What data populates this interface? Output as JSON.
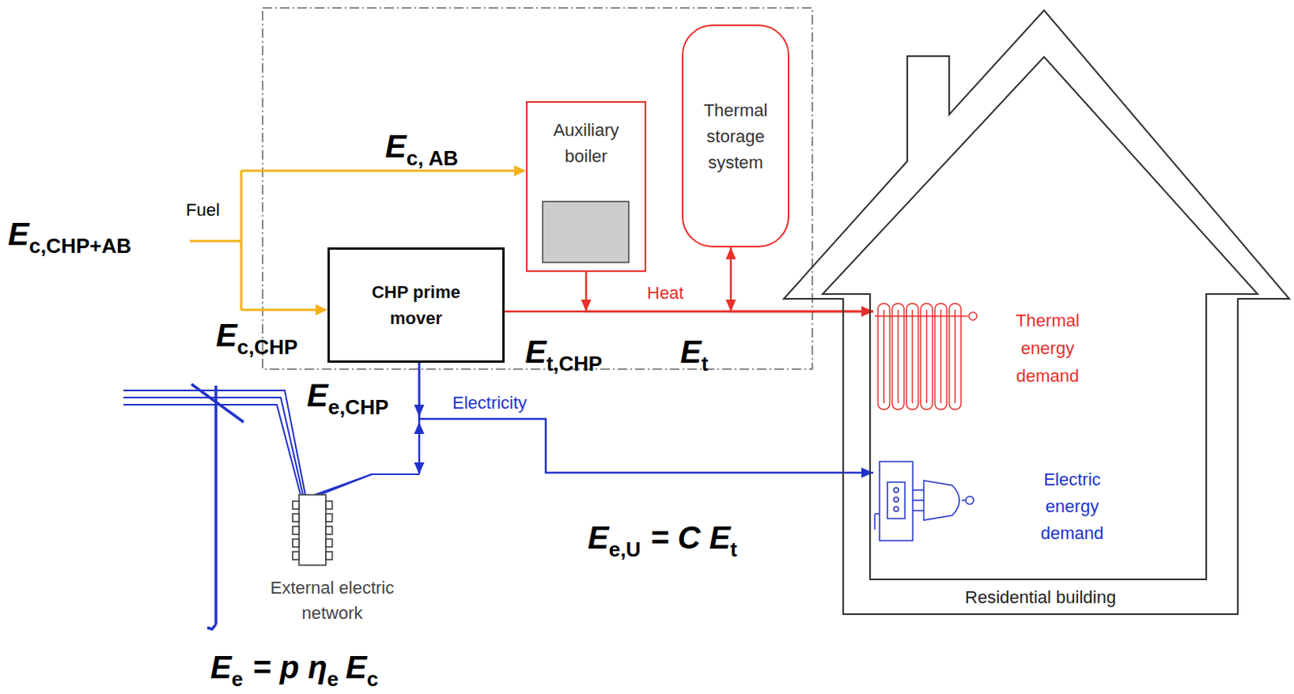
{
  "diagram": {
    "nodes": [
      {
        "text": [
          "Auxiliary boiler"
        ]
      },
      {
        "text": [
          "Thermal storage system"
        ]
      },
      {
        "text": [
          "CHP prime mover"
        ]
      },
      {
        "text": [
          "Residential building"
        ]
      },
      {
        "text": [
          "Thermal energy demand"
        ],
        "in": 3
      },
      {
        "text": [
          "Electric energy demand"
        ],
        "in": 3
      },
      {
        "text": [
          "External electric network"
        ]
      }
    ],
    "edges": [
      {
        "from": 2,
        "to": 4,
        "arrow": "to",
        "label": "Heat"
      },
      {
        "from": 0,
        "to": 4,
        "arrow": "to"
      },
      {
        "from": 1,
        "to": 4,
        "arrow": "both"
      },
      {
        "from": 2,
        "to": 5,
        "arrow": "to",
        "label": "Electricity"
      },
      {
        "from": 2,
        "to": 6,
        "arrow": "both"
      }
    ],
    "labels": [
      "Fuel",
      "E",
      "c, AB",
      "E",
      "c,CHP+AB",
      "E",
      "c,CHP",
      "E",
      "t,CHP",
      "E",
      "t",
      "E",
      "e,CHP",
      "E",
      "e,U",
      "= C E",
      "t",
      "E",
      "e",
      "= p η",
      "e",
      "E",
      "c"
    ]
  }
}
